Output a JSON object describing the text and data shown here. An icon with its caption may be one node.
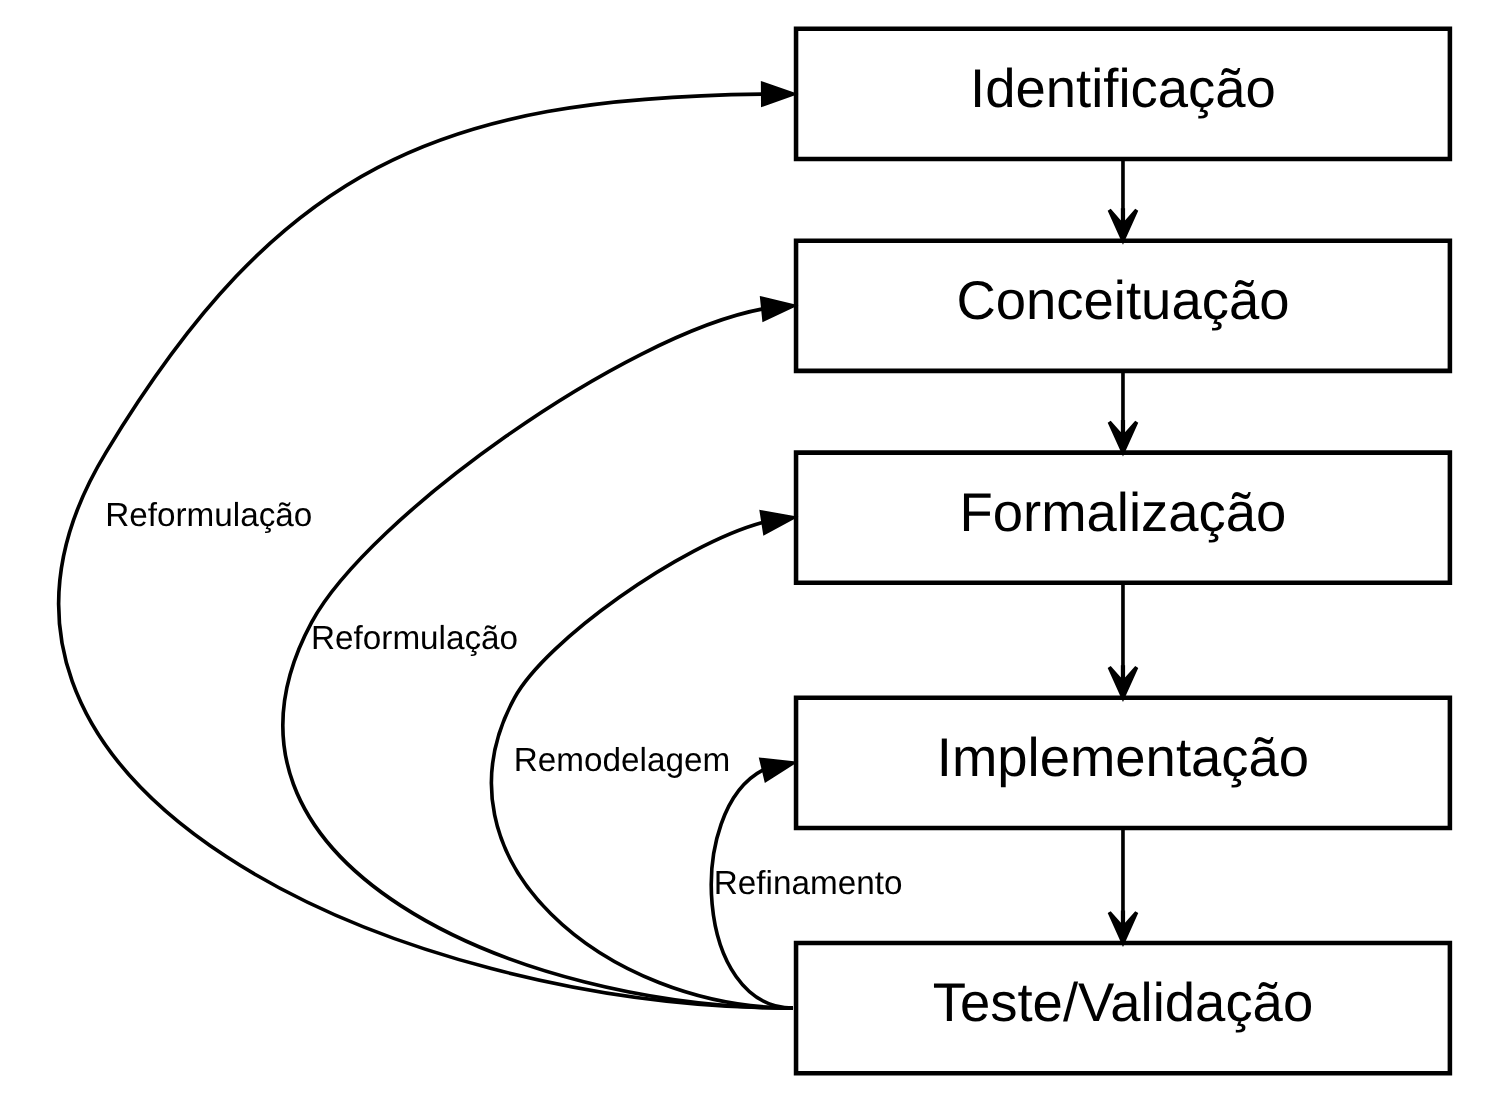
{
  "diagram": {
    "nodes": [
      {
        "text": [
          "Identificação"
        ]
      },
      {
        "text": [
          "Conceituação"
        ]
      },
      {
        "text": [
          "Formalização"
        ]
      },
      {
        "text": [
          "Implementação"
        ]
      },
      {
        "text": [
          "Teste/Validação"
        ]
      }
    ],
    "edges": [
      {
        "from": 0,
        "to": 1,
        "arrow": "to"
      },
      {
        "from": 1,
        "to": 2,
        "arrow": "to"
      },
      {
        "from": 2,
        "to": 3,
        "arrow": "to"
      },
      {
        "from": 3,
        "to": 4,
        "arrow": "to"
      },
      {
        "from": 4,
        "to": 0,
        "arrow": "to",
        "label": "Reformulação"
      },
      {
        "from": 4,
        "to": 1,
        "arrow": "to",
        "label": "Reformulação"
      },
      {
        "from": 4,
        "to": 2,
        "arrow": "to",
        "label": "Remodelagem"
      },
      {
        "from": 4,
        "to": 3,
        "arrow": "to",
        "label": "Refinamento"
      }
    ]
  }
}
